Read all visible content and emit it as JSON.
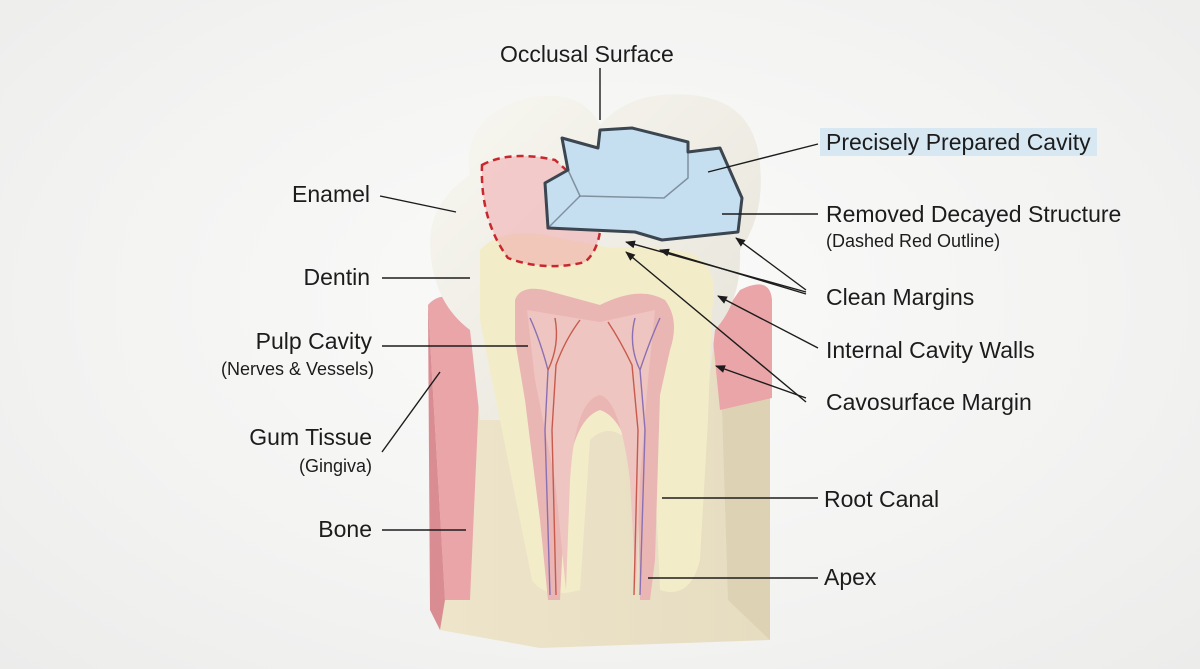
{
  "labels": {
    "occlusal_surface": "Occlusal Surface",
    "enamel": "Enamel",
    "dentin": "Dentin",
    "pulp_cavity": "Pulp Cavity",
    "pulp_cavity_sub": "(Nerves & Vessels)",
    "gum_tissue": "Gum Tissue",
    "gum_tissue_sub": "(Gingiva)",
    "bone": "Bone",
    "prepared_cavity": "Precisely Prepared Cavity",
    "removed_decay": "Removed Decayed Structure",
    "removed_decay_sub": "(Dashed Red Outline)",
    "clean_margins": "Clean Margins",
    "internal_walls": "Internal Cavity Walls",
    "cavosurface_margin": "Cavosurface Margin",
    "root_canal": "Root Canal",
    "apex": "Apex"
  },
  "colors": {
    "enamel": "#f1efe6",
    "dentin": "#f2ecc8",
    "pulp": "#e9b6b4",
    "gum": "#e9a5a8",
    "bone": "#efe6cf",
    "cavity": "#c5def0",
    "cavity_outline": "#3c4650",
    "decay_outline": "#c8282d",
    "highlight": "#d8e8f3"
  }
}
